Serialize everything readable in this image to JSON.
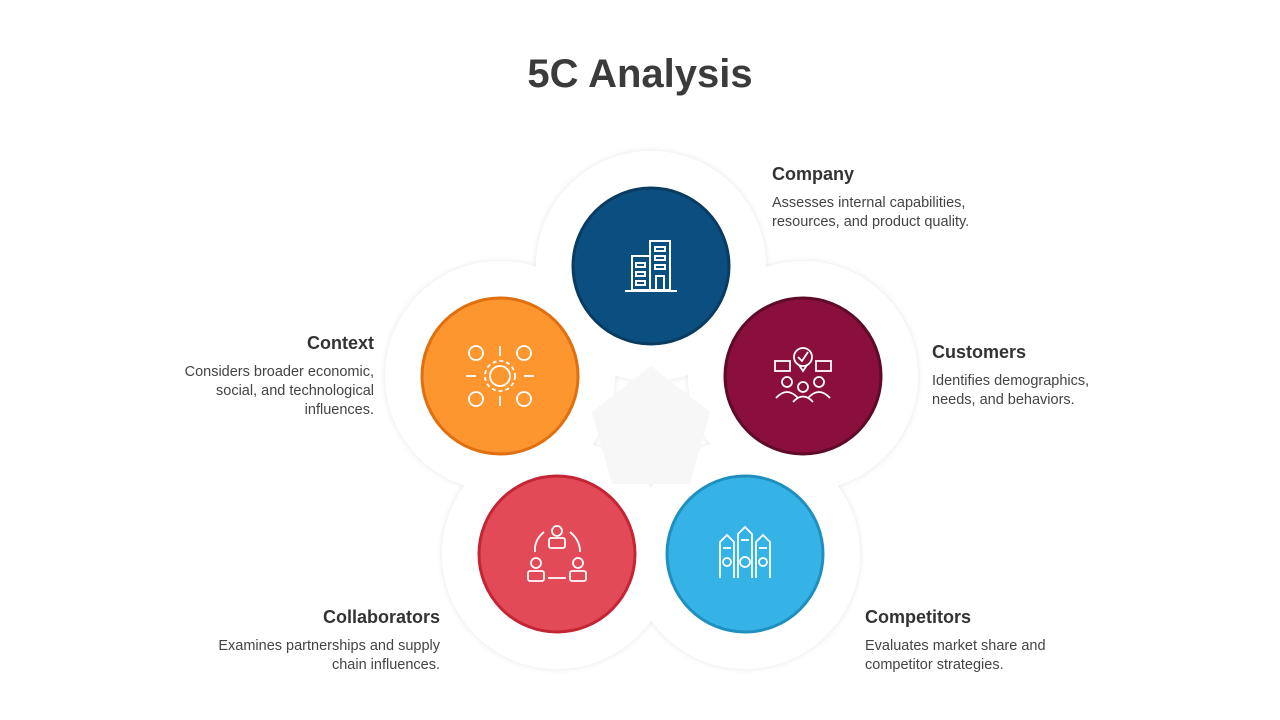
{
  "title": "5C Analysis",
  "items": [
    {
      "name": "Company",
      "description": "Assesses internal capabilities, resources, and product quality.",
      "color": "#0a4f80",
      "border": "#0a3b60",
      "icon": "building-icon"
    },
    {
      "name": "Customers",
      "description": "Identifies demographics, needs, and behaviors.",
      "color": "#8a0f3c",
      "border": "#5e0a29",
      "icon": "customer-group-icon"
    },
    {
      "name": "Competitors",
      "description": "Evaluates market share and competitor strategies.",
      "color": "#35b3e6",
      "border": "#1f8fc0",
      "icon": "competitors-ranking-icon"
    },
    {
      "name": "Collaborators",
      "description": "Examines partnerships and supply chain influences.",
      "color": "#e34a57",
      "border": "#c42535",
      "icon": "collaboration-cycle-icon"
    },
    {
      "name": "Context",
      "description": "Considers broader economic, social, and technological influences.",
      "color": "#fd962e",
      "border": "#df6f0f",
      "icon": "context-gear-icon"
    }
  ]
}
